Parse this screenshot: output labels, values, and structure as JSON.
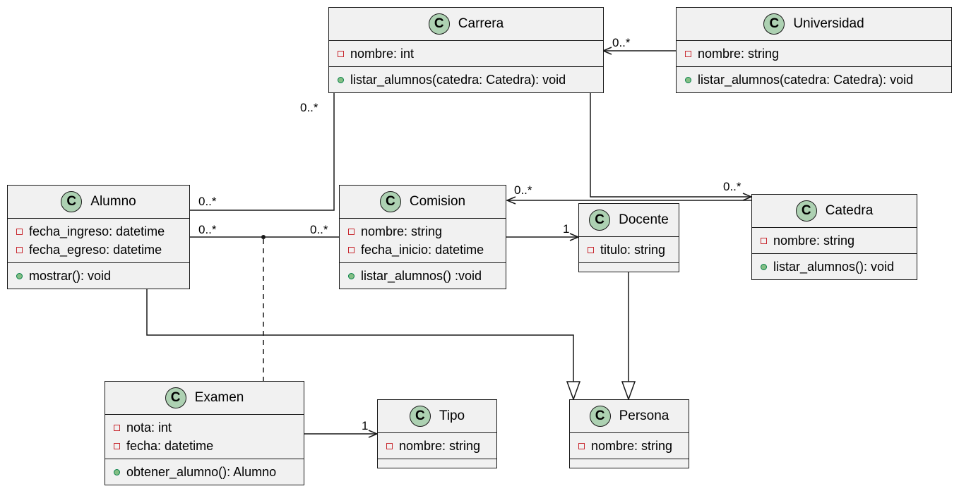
{
  "classes": {
    "carrera": {
      "name": "Carrera",
      "attrs": [
        "nombre: int"
      ],
      "methods": [
        "listar_alumnos(catedra: Catedra): void"
      ]
    },
    "universidad": {
      "name": "Universidad",
      "attrs": [
        "nombre: string"
      ],
      "methods": [
        "listar_alumnos(catedra: Catedra): void"
      ]
    },
    "alumno": {
      "name": "Alumno",
      "attrs": [
        "fecha_ingreso: datetime",
        "fecha_egreso: datetime"
      ],
      "methods": [
        "mostrar(): void"
      ]
    },
    "comision": {
      "name": "Comision",
      "attrs": [
        "nombre: string",
        "fecha_inicio: datetime"
      ],
      "methods": [
        "listar_alumnos() :void"
      ]
    },
    "docente": {
      "name": "Docente",
      "attrs": [
        "titulo: string"
      ],
      "methods": []
    },
    "catedra": {
      "name": "Catedra",
      "attrs": [
        "nombre: string"
      ],
      "methods": [
        "listar_alumnos(): void"
      ]
    },
    "examen": {
      "name": "Examen",
      "attrs": [
        "nota: int",
        "fecha: datetime"
      ],
      "methods": [
        "obtener_alumno(): Alumno"
      ]
    },
    "tipo": {
      "name": "Tipo",
      "attrs": [
        "nombre: string"
      ],
      "methods": []
    },
    "persona": {
      "name": "Persona",
      "attrs": [
        "nombre: string"
      ],
      "methods": []
    }
  },
  "stereotype_letter": "C",
  "multiplicities": {
    "univ_carrera": "0..*",
    "carrera_alumno_top": "0..*",
    "alumno_carrera": "0..*",
    "alumno_comision_left": "0..*",
    "comision_alumno_right": "0..*",
    "comision_catedra": "0..*",
    "catedra_carrera": "0..*",
    "comision_docente": "1",
    "examen_tipo": "1"
  },
  "colors": {
    "class_fill": "#f1f1f1",
    "border": "#181818",
    "badge": "#add1b2",
    "private_marker": "#c82930",
    "public_marker": "#84be84"
  }
}
